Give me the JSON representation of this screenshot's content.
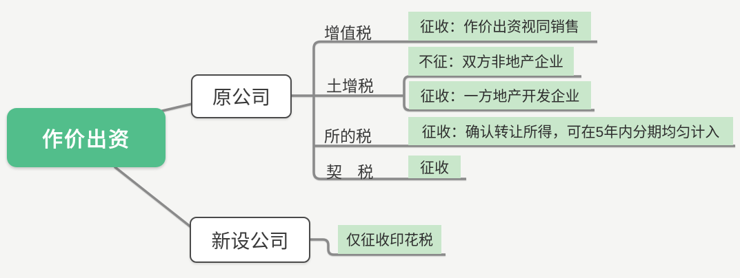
{
  "colors": {
    "canvas-bg": "#F5F5F3",
    "root-bg": "#52BE8B",
    "root-text": "#FFFFFF",
    "leaf-bg": "#C9E7CB",
    "line": "#8A8A8A",
    "box-border": "#4A4A4A",
    "box-bg": "#FFFFFF",
    "label-text": "#3A3A3A",
    "leaf-text": "#2E2E2E"
  },
  "root": {
    "label": "作价出资"
  },
  "branches": [
    {
      "label": "原公司",
      "children": [
        {
          "label": "增值税",
          "leaves": [
            "征收：作价出资视同销售"
          ]
        },
        {
          "label": "土增税",
          "leaves": [
            "不征：双方非地产企业",
            "征收：一方地产开发企业"
          ]
        },
        {
          "label": "所的税",
          "leaves": [
            "征收：确认转让所得，可在5年内分期均匀计入"
          ]
        },
        {
          "label": "契 税",
          "leaves": [
            "征收"
          ]
        }
      ]
    },
    {
      "label": "新设公司",
      "children": [],
      "leaves": [
        "仅征收印花税"
      ]
    }
  ]
}
